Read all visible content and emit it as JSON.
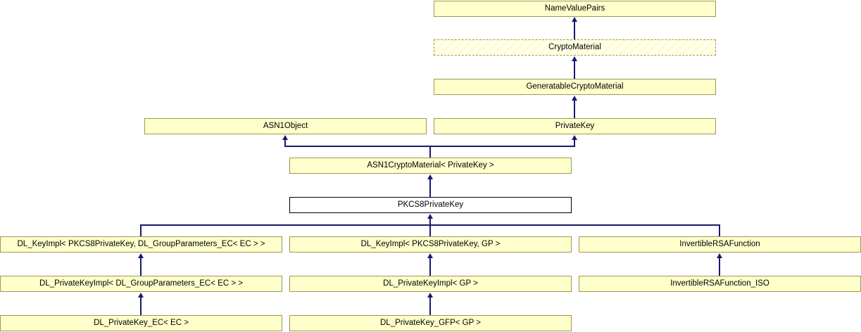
{
  "diagram": {
    "type": "class-inheritance-diagram",
    "colors": {
      "node_fill": "#ffffcc",
      "node_border": "#9a9a4e",
      "current_node_fill": "#ffffff",
      "current_node_border": "#000000",
      "arrow": "#191970",
      "background": "#ffffff"
    },
    "nodes": [
      {
        "label": "NameValuePairs",
        "style": "normal"
      },
      {
        "label": "CryptoMaterial",
        "style": "hatched-dashed"
      },
      {
        "label": "GeneratableCryptoMaterial",
        "style": "normal"
      },
      {
        "label": "ASN1Object",
        "style": "normal"
      },
      {
        "label": "PrivateKey",
        "style": "normal"
      },
      {
        "label": "ASN1CryptoMaterial< PrivateKey >",
        "style": "normal"
      },
      {
        "label": "PKCS8PrivateKey",
        "style": "current-highlighted"
      },
      {
        "label": "DL_KeyImpl< PKCS8PrivateKey, DL_GroupParameters_EC< EC > >",
        "style": "normal"
      },
      {
        "label": "DL_KeyImpl< PKCS8PrivateKey, GP >",
        "style": "normal"
      },
      {
        "label": "InvertibleRSAFunction",
        "style": "normal"
      },
      {
        "label": "DL_PrivateKeyImpl< DL_GroupParameters_EC< EC > >",
        "style": "normal"
      },
      {
        "label": "DL_PrivateKeyImpl< GP >",
        "style": "normal"
      },
      {
        "label": "InvertibleRSAFunction_ISO",
        "style": "normal"
      },
      {
        "label": "DL_PrivateKey_EC< EC >",
        "style": "normal"
      },
      {
        "label": "DL_PrivateKey_GFP< GP >",
        "style": "normal"
      }
    ],
    "edges": [
      {
        "from": "CryptoMaterial",
        "to": "NameValuePairs",
        "relation": "inherits"
      },
      {
        "from": "GeneratableCryptoMaterial",
        "to": "CryptoMaterial",
        "relation": "inherits"
      },
      {
        "from": "PrivateKey",
        "to": "GeneratableCryptoMaterial",
        "relation": "inherits"
      },
      {
        "from": "ASN1CryptoMaterial< PrivateKey >",
        "to": "ASN1Object",
        "relation": "inherits"
      },
      {
        "from": "ASN1CryptoMaterial< PrivateKey >",
        "to": "PrivateKey",
        "relation": "inherits"
      },
      {
        "from": "PKCS8PrivateKey",
        "to": "ASN1CryptoMaterial< PrivateKey >",
        "relation": "inherits"
      },
      {
        "from": "DL_KeyImpl< PKCS8PrivateKey, DL_GroupParameters_EC< EC > >",
        "to": "PKCS8PrivateKey",
        "relation": "inherits"
      },
      {
        "from": "DL_KeyImpl< PKCS8PrivateKey, GP >",
        "to": "PKCS8PrivateKey",
        "relation": "inherits"
      },
      {
        "from": "InvertibleRSAFunction",
        "to": "PKCS8PrivateKey",
        "relation": "inherits"
      },
      {
        "from": "DL_PrivateKeyImpl< DL_GroupParameters_EC< EC > >",
        "to": "DL_KeyImpl< PKCS8PrivateKey, DL_GroupParameters_EC< EC > >",
        "relation": "inherits"
      },
      {
        "from": "DL_PrivateKeyImpl< GP >",
        "to": "DL_KeyImpl< PKCS8PrivateKey, GP >",
        "relation": "inherits"
      },
      {
        "from": "InvertibleRSAFunction_ISO",
        "to": "InvertibleRSAFunction",
        "relation": "inherits"
      },
      {
        "from": "DL_PrivateKey_EC< EC >",
        "to": "DL_PrivateKeyImpl< DL_GroupParameters_EC< EC > >",
        "relation": "inherits"
      },
      {
        "from": "DL_PrivateKey_GFP< GP >",
        "to": "DL_PrivateKeyImpl< GP >",
        "relation": "inherits"
      }
    ]
  }
}
